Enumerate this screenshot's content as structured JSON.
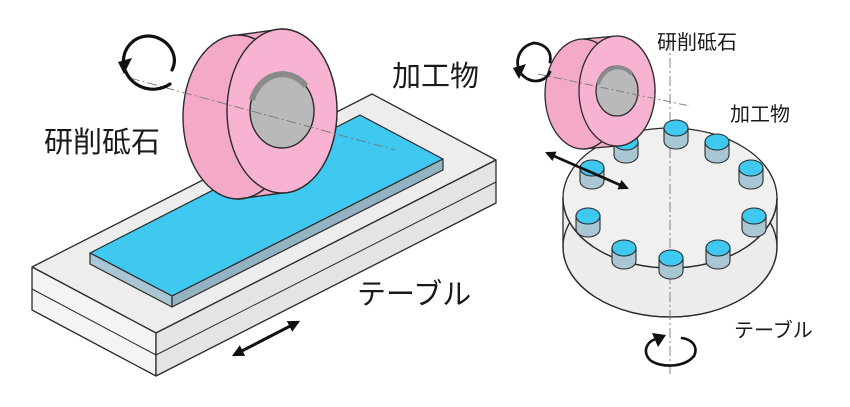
{
  "left": {
    "wheel_label": "研削砥石",
    "work_label": "加工物",
    "table_label": "テーブル"
  },
  "right": {
    "wheel_label": "研削砥石",
    "work_label": "加工物",
    "table_label": "テーブル"
  },
  "colors": {
    "wheel_pink": "#f5a9c9",
    "work_blue": "#3fc8f0",
    "table_gray": "#ececec",
    "bore_gray": "#b9b9b9",
    "outline": "#2b2b2b"
  }
}
